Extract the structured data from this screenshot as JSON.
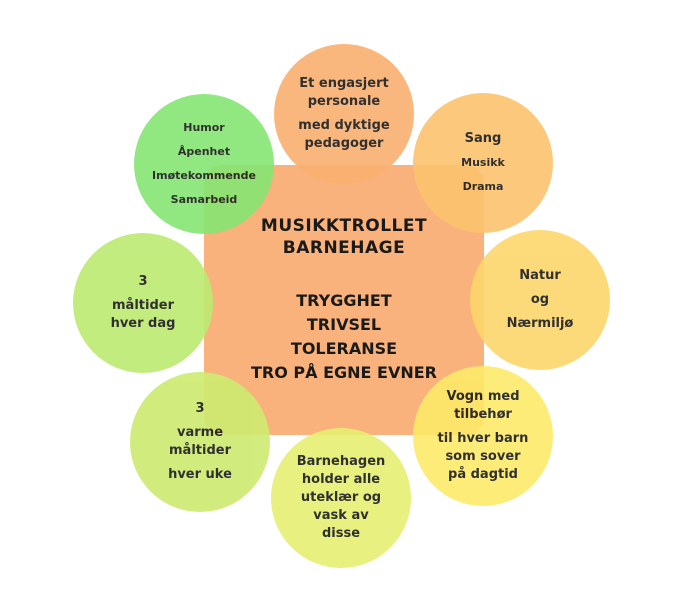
{
  "center": {
    "title": [
      "MUSIKKTROLLET",
      "BARNEHAGE"
    ],
    "values": [
      "TRYGGHET",
      "TRIVSEL",
      "TOLERANSE",
      "TRO PÅ EGNE EVNER"
    ]
  },
  "circles": {
    "top": [
      "Et engasjert",
      "personale",
      "med dyktige",
      "pedagoger"
    ],
    "top_right": [
      "Sang",
      "Musikk",
      "Drama"
    ],
    "right": [
      "Natur",
      "og",
      "Nærmiljø"
    ],
    "bottom_right": [
      "Vogn med",
      "tilbehør",
      "til hver barn",
      "som sover",
      "på dagtid"
    ],
    "bottom": [
      "Barnehagen",
      "holder alle",
      "uteklær og",
      "vask av",
      "disse"
    ],
    "bottom_left": [
      "3",
      "varme",
      "måltider",
      "hver uke"
    ],
    "left": [
      "3",
      "måltider",
      "hver dag"
    ],
    "top_left": [
      "Humor",
      "Åpenhet",
      "Imøtekommende",
      "Samarbeid"
    ]
  },
  "colors": {
    "center": "#f9b27c",
    "top": "#f9b070",
    "top_right": "#fcc36e",
    "right": "#fdd66b",
    "bottom_right": "#fdea6a",
    "bottom": "#e6ef72",
    "bottom_left": "#cdeb70",
    "left": "#bdea72",
    "top_left": "#86e673"
  }
}
